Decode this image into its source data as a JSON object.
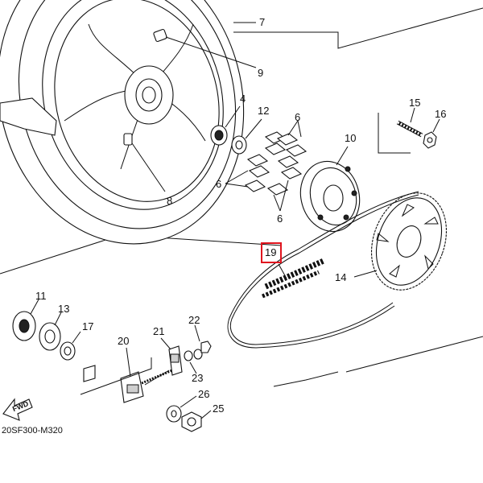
{
  "diagram": {
    "callouts": {
      "p4": "4",
      "p6a": "6",
      "p6b": "6",
      "p6c": "6",
      "p7": "7",
      "p8": "8",
      "p9": "9",
      "p10": "10",
      "p11": "11",
      "p12": "12",
      "p13": "13",
      "p14": "14",
      "p15": "15",
      "p16": "16",
      "p17": "17",
      "p19": "19",
      "p20": "20",
      "p21": "21",
      "p22": "22",
      "p23": "23",
      "p25": "25",
      "p26": "26"
    },
    "highlighted_callout": "19",
    "highlight_color": "#e0141e",
    "fwd_label": "FWD",
    "drawing_code": "20SF300-M320"
  }
}
